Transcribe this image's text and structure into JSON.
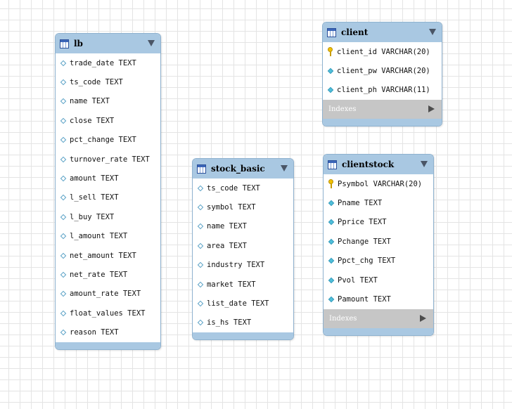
{
  "tables": [
    {
      "name": "lb",
      "columns": [
        {
          "text": "trade_date TEXT"
        },
        {
          "text": "ts_code TEXT"
        },
        {
          "text": "name TEXT"
        },
        {
          "text": "close TEXT"
        },
        {
          "text": "pct_change TEXT"
        },
        {
          "text": "turnover_rate TEXT"
        },
        {
          "text": "amount TEXT"
        },
        {
          "text": "l_sell TEXT"
        },
        {
          "text": "l_buy TEXT"
        },
        {
          "text": "l_amount TEXT"
        },
        {
          "text": "net_amount TEXT"
        },
        {
          "text": "net_rate TEXT"
        },
        {
          "text": "amount_rate TEXT"
        },
        {
          "text": "float_values TEXT"
        },
        {
          "text": "reason TEXT"
        }
      ]
    },
    {
      "name": "stock_basic",
      "columns": [
        {
          "text": "ts_code TEXT"
        },
        {
          "text": "symbol TEXT"
        },
        {
          "text": "name TEXT"
        },
        {
          "text": "area TEXT"
        },
        {
          "text": "industry TEXT"
        },
        {
          "text": "market TEXT"
        },
        {
          "text": "list_date TEXT"
        },
        {
          "text": "is_hs TEXT"
        }
      ]
    },
    {
      "name": "client",
      "indexes_label": "Indexes",
      "columns": [
        {
          "text": "client_id VARCHAR(20)"
        },
        {
          "text": "client_pw VARCHAR(20)"
        },
        {
          "text": "client_ph VARCHAR(11)"
        }
      ]
    },
    {
      "name": "clientstock",
      "indexes_label": "Indexes",
      "columns": [
        {
          "text": "Psymbol VARCHAR(20)"
        },
        {
          "text": "Pname TEXT"
        },
        {
          "text": "Pprice TEXT"
        },
        {
          "text": "Pchange TEXT"
        },
        {
          "text": "Ppct_chg TEXT"
        },
        {
          "text": "Pvol TEXT"
        },
        {
          "text": "Pamount TEXT"
        }
      ]
    }
  ]
}
